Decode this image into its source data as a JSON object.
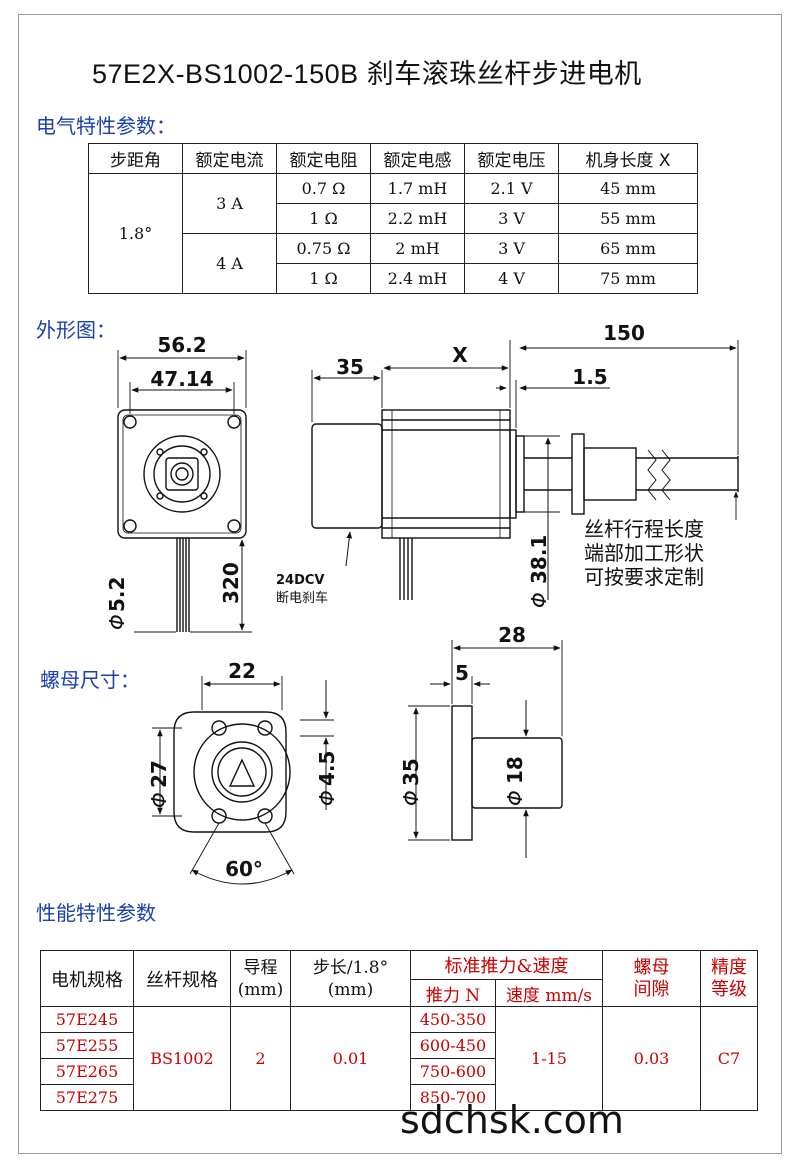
{
  "title": "57E2X-BS1002-150B 刹车滚珠丝杆步进电机",
  "sections": {
    "electrical": "电气特性参数：",
    "outline": "外形图：",
    "nut": "螺母尺寸：",
    "performance": "性能特性参数"
  },
  "electrical_table": {
    "headers": [
      "步距角",
      "额定电流",
      "额定电阻",
      "额定电感",
      "额定电压",
      "机身长度 X"
    ],
    "step_angle": "1.8°",
    "currents": [
      "3 A",
      "4 A"
    ],
    "rows": [
      {
        "resistance": "0.7 Ω",
        "inductance": "1.7 mH",
        "voltage": "2.1 V",
        "length": "45 mm"
      },
      {
        "resistance": "1 Ω",
        "inductance": "2.2 mH",
        "voltage": "3 V",
        "length": "55 mm"
      },
      {
        "resistance": "0.75 Ω",
        "inductance": "2 mH",
        "voltage": "3 V",
        "length": "65 mm"
      },
      {
        "resistance": "1 Ω",
        "inductance": "2.4 mH",
        "voltage": "4 V",
        "length": "75 mm"
      }
    ]
  },
  "outline_dims": {
    "width": "56.2",
    "hole_pitch": "47.14",
    "wire_dia": "5.2",
    "wire_len": "320",
    "brake_len": "35",
    "body_len": "X",
    "screw_len": "150",
    "flange_thk": "1.5",
    "boss_dia": "38.1",
    "brake_label_1": "24DCV",
    "brake_label_2": "断电刹车",
    "note_1": "丝杆行程长度",
    "note_2": "端部加工形状",
    "note_3": "可按要求定制"
  },
  "nut_dims": {
    "width": "22",
    "pcd": "27",
    "hole": "4.5",
    "angle": "60°",
    "length": "28",
    "flange": "5",
    "flange_dia": "35",
    "body_dia": "18",
    "phi": "Φ"
  },
  "performance_table": {
    "headers": {
      "motor": "电机规格",
      "screw": "丝杆规格",
      "lead": "导程",
      "lead_unit": "(mm)",
      "step": "步长/1.8°",
      "step_unit": "(mm)",
      "thrust_speed": "标准推力&速度",
      "thrust": "推力 N",
      "speed": "速度 mm/s",
      "backlash_1": "螺母",
      "backlash_2": "间隙",
      "accuracy_1": "精度",
      "accuracy_2": "等级"
    },
    "motors": [
      "57E245",
      "57E255",
      "57E265",
      "57E275"
    ],
    "thrusts": [
      "450-350",
      "600-450",
      "750-600",
      "850-700"
    ],
    "screw": "BS1002",
    "lead": "2",
    "step": "0.01",
    "speed": "1-15",
    "backlash": "0.03",
    "accuracy": "C7"
  },
  "watermark": "sdchsk.com"
}
